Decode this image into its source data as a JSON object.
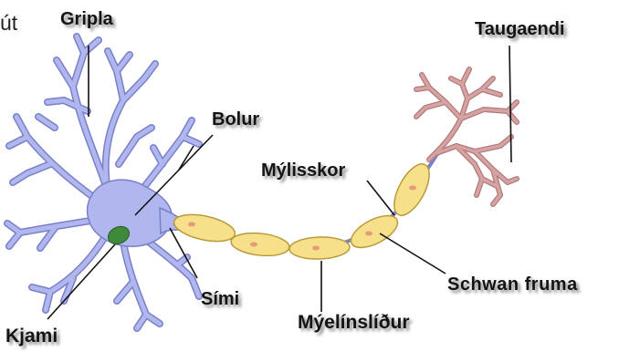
{
  "diagram": {
    "corner_fragment": "út",
    "labels": {
      "dendrite": "Gripla",
      "axon_terminal": "Taugaendi",
      "cell_body": "Bolur",
      "node_of_ranvier": "Mýlisskor",
      "schwann_cell": "Schwan fruma",
      "axon": "Sími",
      "myelin_sheath": "Mýelínslíður",
      "nucleus": "Kjami"
    },
    "colors": {
      "cell_body_fill": "#b0b6ee",
      "cell_body_stroke": "#7a80c8",
      "nucleus_fill": "#3f8a3a",
      "myelin_fill": "#f6e08a",
      "myelin_stroke": "#b89a3a",
      "myelin_spot": "#e59a7a",
      "terminal_fill": "#d7a2a2",
      "terminal_stroke": "#b07a7a",
      "pointer": "#111111"
    }
  }
}
